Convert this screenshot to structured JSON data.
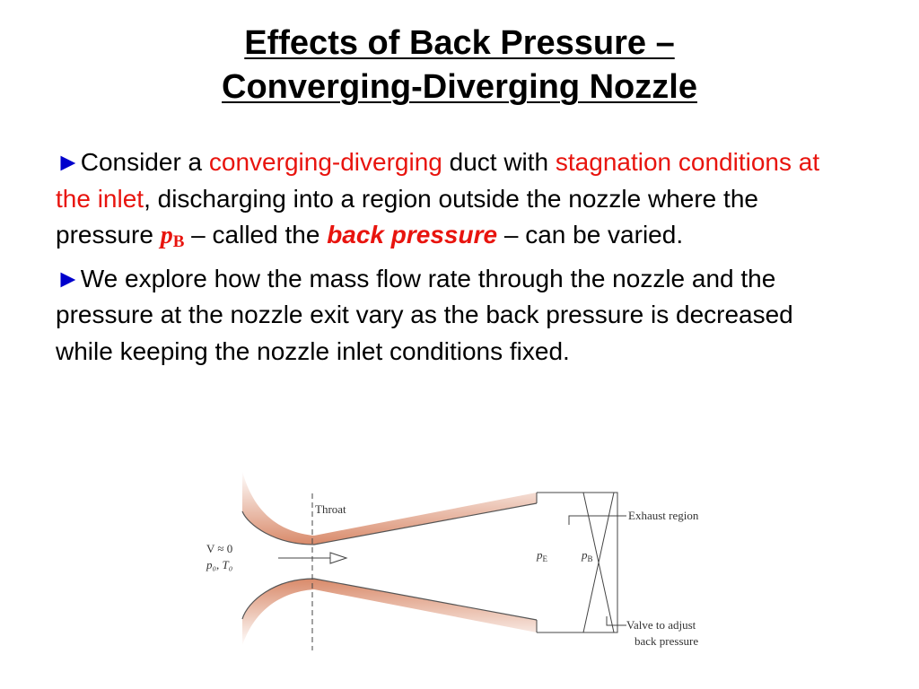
{
  "slide": {
    "title_line1": "Effects of Back Pressure –",
    "title_line2": "Converging-Diverging Nozzle"
  },
  "paragraph1": {
    "bullet": "►",
    "t1": "Consider a ",
    "t2": "converging-diverging",
    "t3": " duct with ",
    "t4": "stagnation conditions at the inlet",
    "t5": ", discharging into a region outside the nozzle where the pressure ",
    "p": "p",
    "p_sub": "B",
    "t6": " – called the ",
    "t7": "back pressure",
    "t8": " – can be varied."
  },
  "paragraph2": {
    "bullet": "►",
    "text": "We explore how the mass flow rate through the nozzle and the pressure at the nozzle exit vary as the back pressure is decreased while keeping the nozzle inlet conditions fixed."
  },
  "figure": {
    "throat": "Throat",
    "exhaust_region": "Exhaust region",
    "valve_line1": "Valve to adjust",
    "valve_line2": "back pressure",
    "inlet_velocity": "V ≈ 0",
    "inlet_conditions": "p₀, T₀",
    "pE": "p",
    "pE_sub": "E",
    "pB": "p",
    "pB_sub": "B"
  },
  "colors": {
    "highlight": "#e8140e",
    "nozzle_wall": "#d98a6a"
  }
}
